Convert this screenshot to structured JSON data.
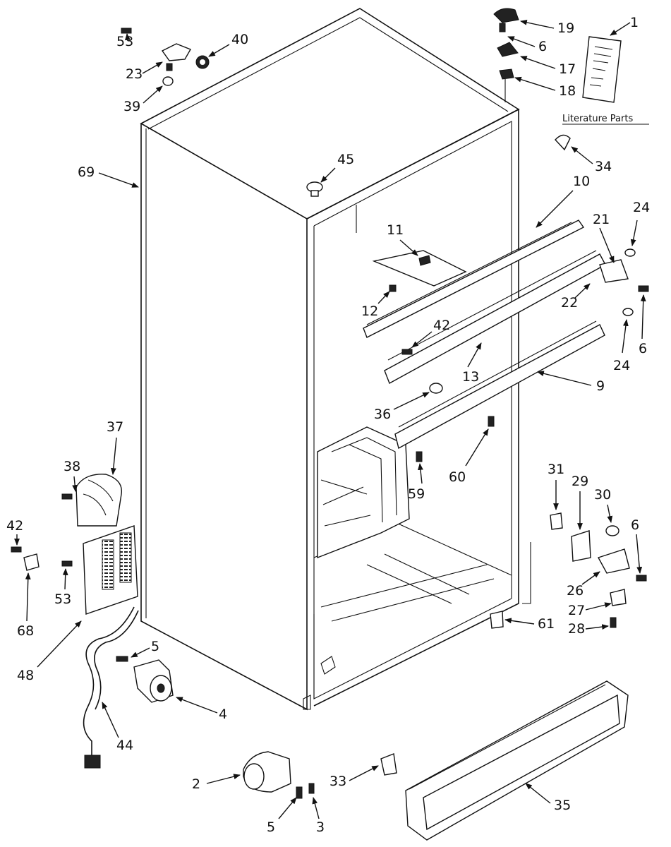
{
  "literature_caption": "Literature Parts",
  "callouts": [
    "1",
    "2",
    "3",
    "4",
    "5",
    "5",
    "6",
    "6",
    "6",
    "9",
    "10",
    "11",
    "12",
    "13",
    "17",
    "18",
    "19",
    "21",
    "22",
    "23",
    "24",
    "24",
    "26",
    "27",
    "28",
    "29",
    "30",
    "31",
    "33",
    "34",
    "35",
    "36",
    "37",
    "38",
    "39",
    "40",
    "42",
    "42",
    "44",
    "45",
    "48",
    "53",
    "53",
    "59",
    "60",
    "61",
    "68",
    "69"
  ]
}
